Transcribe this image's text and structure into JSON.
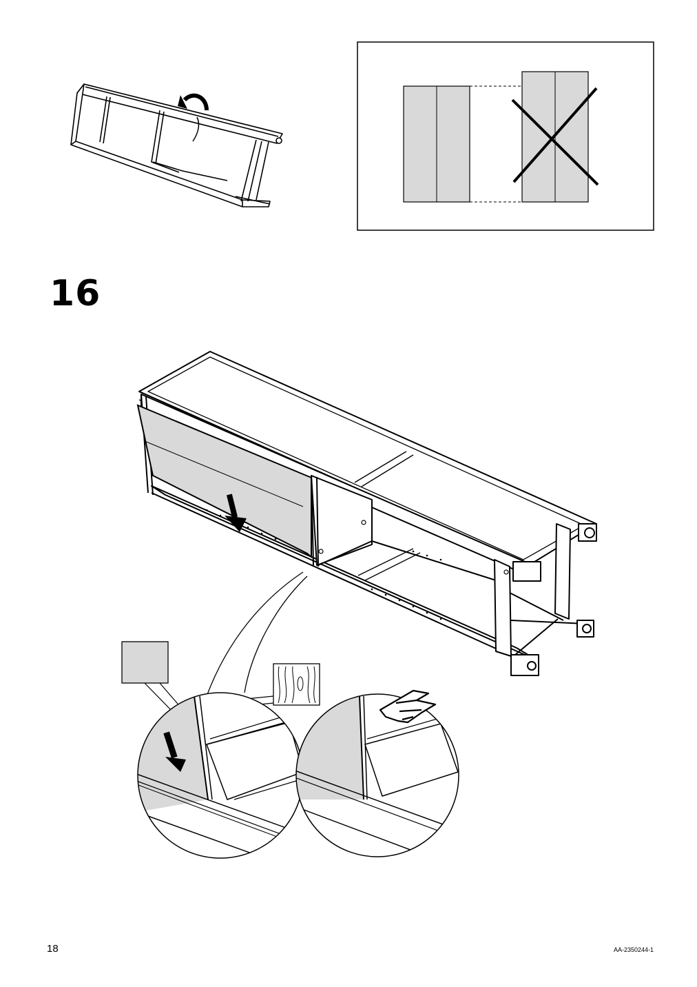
{
  "step": {
    "number": "16"
  },
  "footer": {
    "page_number": "18",
    "document_code": "AA-2350244-1"
  },
  "colors": {
    "panel_fill": "#d9d9d9",
    "line": "#000000",
    "background": "#ffffff"
  },
  "icons": {
    "flip": "rotate-arrow-icon",
    "wrong_orientation": "cross-mark-icon",
    "push_down": "down-arrow-icon",
    "wood_grain": "wood-grain-icon",
    "hand_press": "pointing-hand-icon"
  }
}
